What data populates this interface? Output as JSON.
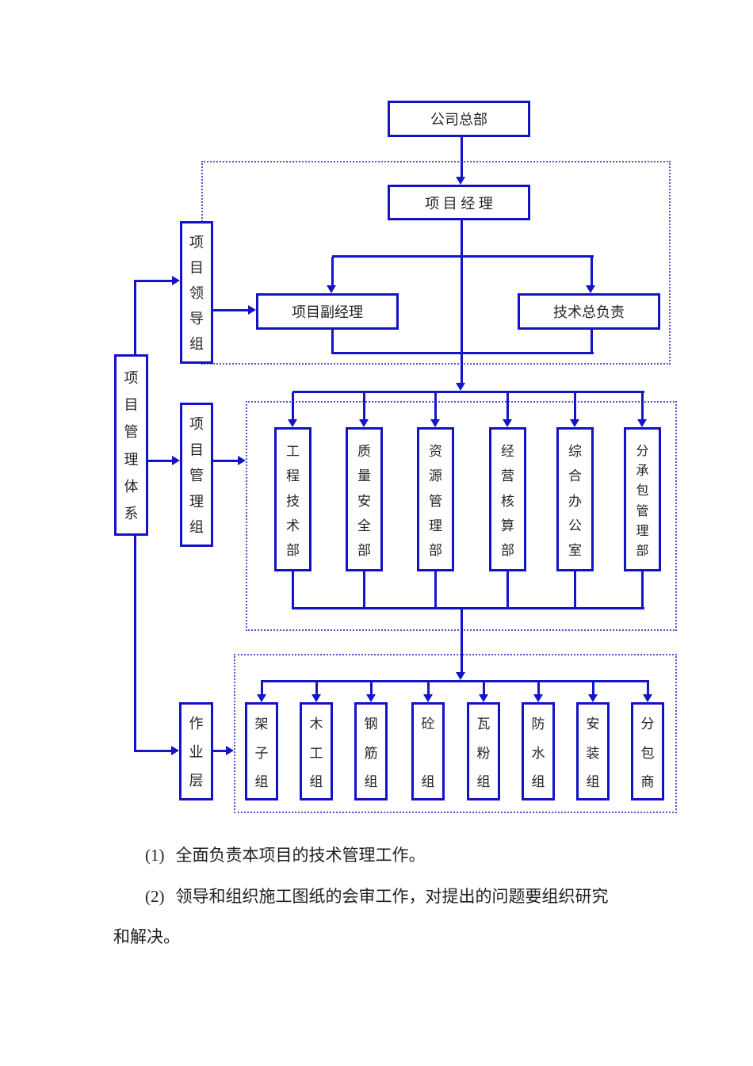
{
  "chart": {
    "root": "公司总部",
    "manager": "项 目 经 理",
    "deputy": "项目副经理",
    "tech_lead": "技术总负责",
    "system": "项目管理体系",
    "lead_group": "项目领导组",
    "mgmt_group": "项目管理组",
    "ops_layer": "作业层",
    "departments": [
      "工程技术部",
      "质量安全部",
      "资源管理部",
      "经营核算部",
      "综合办公室",
      "分承包管理部"
    ],
    "crews": [
      "架子组",
      "木工组",
      "钢筋组",
      "砼组",
      "瓦粉组",
      "防水组",
      "安装组",
      "分包商"
    ]
  },
  "paragraphs": [
    {
      "marker": "(1)",
      "text": "全面负责本项目的技术管理工作。"
    },
    {
      "marker": "(2)",
      "text": "领导和组织施工图纸的会审工作，对提出的问题要组织研究"
    },
    {
      "marker": "",
      "text": "和解决。"
    }
  ],
  "colors": {
    "line_blue": "#1414c8",
    "dotted_blue": "#5353cd",
    "text": "#242424"
  }
}
